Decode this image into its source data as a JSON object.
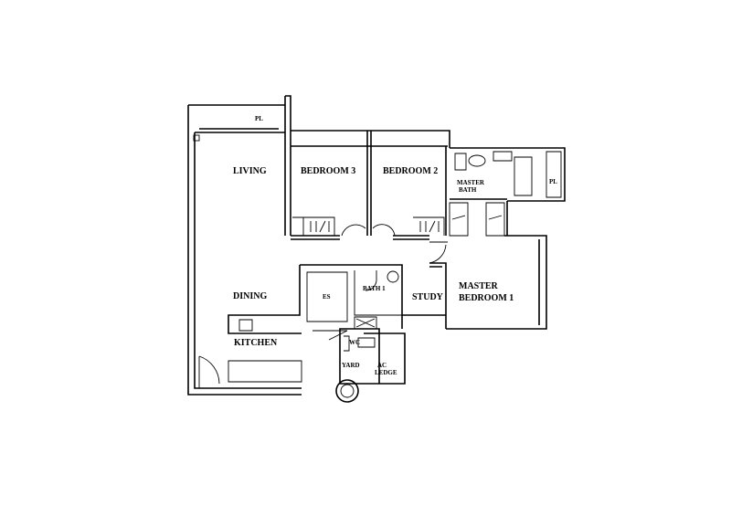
{
  "plan": {
    "rooms": {
      "living": "LIVING",
      "bedroom3": "BEDROOM 3",
      "bedroom2": "BEDROOM 2",
      "master_bath_1": "MASTER",
      "master_bath_2": "BATH",
      "pl_top": "PL",
      "pl_right": "PL",
      "dining": "DINING",
      "es": "ES",
      "bath1": "BATH 1",
      "study": "STUDY",
      "master_bedroom_1": "MASTER",
      "master_bedroom_2": "BEDROOM 1",
      "kitchen": "KITCHEN",
      "wc": "WC",
      "yard": "YARD",
      "ac_ledge_1": "AC",
      "ac_ledge_2": "LEDGE"
    }
  }
}
